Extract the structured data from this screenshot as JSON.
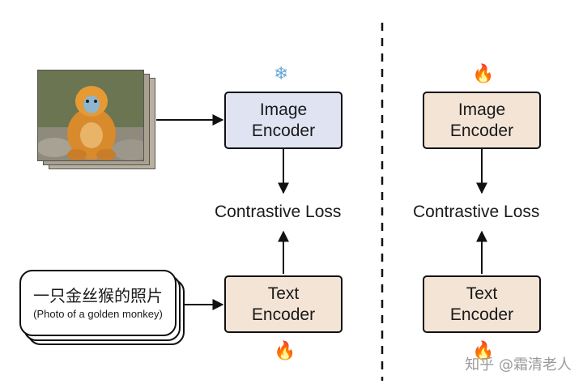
{
  "left_panel": {
    "image_encoder": {
      "line1": "Image",
      "line2": "Encoder",
      "state_icon": "snowflake-icon",
      "state_glyph": "❄"
    },
    "text_encoder": {
      "line1": "Text",
      "line2": "Encoder",
      "state_icon": "fire-icon",
      "state_glyph": "🔥"
    },
    "loss_label": "Contrastive Loss",
    "text_input": {
      "chinese": "一只金丝猴的照片",
      "english": "(Photo of a golden monkey)"
    },
    "photo_subject": "golden-monkey-photo"
  },
  "right_panel": {
    "image_encoder": {
      "line1": "Image",
      "line2": "Encoder",
      "state_icon": "fire-icon",
      "state_glyph": "🔥"
    },
    "text_encoder": {
      "line1": "Text",
      "line2": "Encoder",
      "state_icon": "fire-icon",
      "state_glyph": "🔥"
    },
    "loss_label": "Contrastive Loss"
  },
  "watermark": "知乎 @霜清老人",
  "colors": {
    "frozen_encoder": "#dfe3f2",
    "trainable_encoder": "#f3e4d6"
  }
}
